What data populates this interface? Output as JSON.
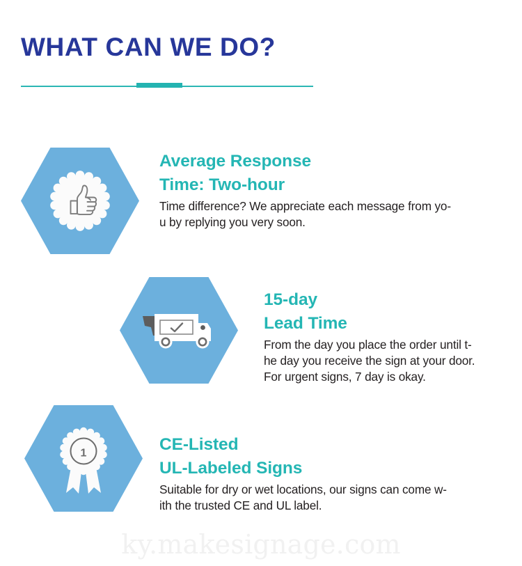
{
  "header": {
    "title": "WHAT CAN WE DO?",
    "divider_color": "#2bb6b4",
    "title_color": "#27379a"
  },
  "theme": {
    "hexagon_blue": "#6cb0dd",
    "heading_teal": "#24b6b4",
    "body_black": "#231f20",
    "watermark_gray": "#f1f1f1"
  },
  "features": [
    {
      "icon": "thumbs-up-badge-icon",
      "heading_line1": "Average Response",
      "heading_line2": "Time: Two-hour",
      "body_line1": "Time difference? We appreciate each message from yo-",
      "body_line2": "u by replying you very soon.",
      "body_line3": ""
    },
    {
      "icon": "delivery-truck-icon",
      "heading_line1": "15-day",
      "heading_line2": "Lead Time",
      "body_line1": "From the day you place the order until t-",
      "body_line2": "he day you receive the sign at your door.",
      "body_line3": "For urgent signs, 7 day is okay."
    },
    {
      "icon": "award-ribbon-icon",
      "heading_line1": "CE-Listed",
      "heading_line2": "UL-Labeled Signs",
      "body_line1": "Suitable for dry or wet locations, our signs can come w-",
      "body_line2": "ith the trusted CE and UL label.",
      "body_line3": ""
    }
  ],
  "footer": {
    "watermark": "ky.makesignage.com"
  }
}
